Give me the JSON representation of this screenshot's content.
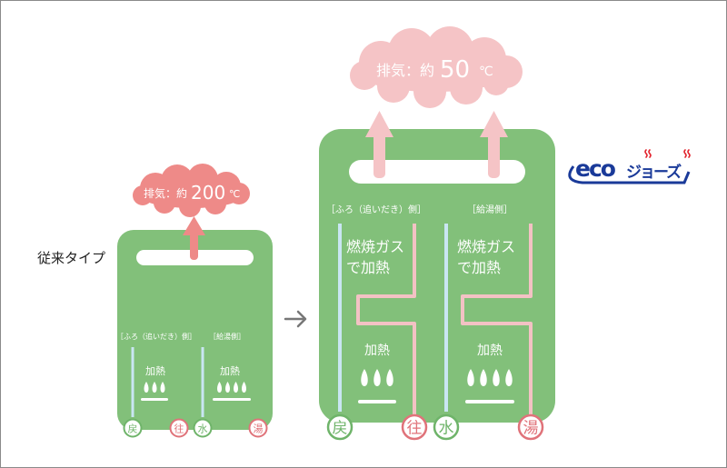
{
  "colors": {
    "unit_green": "#82c07a",
    "hot_pipe": "#f3c2c4",
    "hot_pipe_end": "#e88a8f",
    "cold_pipe": "#c9e6f3",
    "old_exhaust": "#ee8a88",
    "new_exhaust": "#f5c4c6",
    "circle_green": "#6fb46a",
    "circle_red": "#e0737a",
    "logo_blue": "#1a3a99",
    "logo_red": "#e2202a",
    "arrow_gray": "#777777"
  },
  "conventional": {
    "type_label": "従来タイプ",
    "exhaust_label": "排気：約",
    "exhaust_temp": "200",
    "exhaust_unit": "℃",
    "sides": [
      {
        "label": "［ふろ（追いだき）側］",
        "heat_label": "加熱",
        "flames": 3,
        "in_label": "戻",
        "out_label": "往"
      },
      {
        "label": "［給湯側］",
        "heat_label": "加熱",
        "flames": 4,
        "in_label": "水",
        "out_label": "湯"
      }
    ]
  },
  "transition_arrow": "→",
  "eco": {
    "exhaust_label": "排気：約",
    "exhaust_temp": "50",
    "exhaust_unit": "℃",
    "sides": [
      {
        "label": "［ふろ（追いだき）側］",
        "preheat_line1": "燃焼ガス",
        "preheat_line2": "で加熱",
        "heat_label": "加熱",
        "flames": 3,
        "in_label": "戻",
        "out_label": "往"
      },
      {
        "label": "［給湯側］",
        "preheat_line1": "燃焼ガス",
        "preheat_line2": "で加熱",
        "heat_label": "加熱",
        "flames": 4,
        "in_label": "水",
        "out_label": "湯"
      }
    ]
  },
  "logo": {
    "text_eco": "eco",
    "text_jozu": "ジョーズ",
    "steam_glyph": "§"
  }
}
